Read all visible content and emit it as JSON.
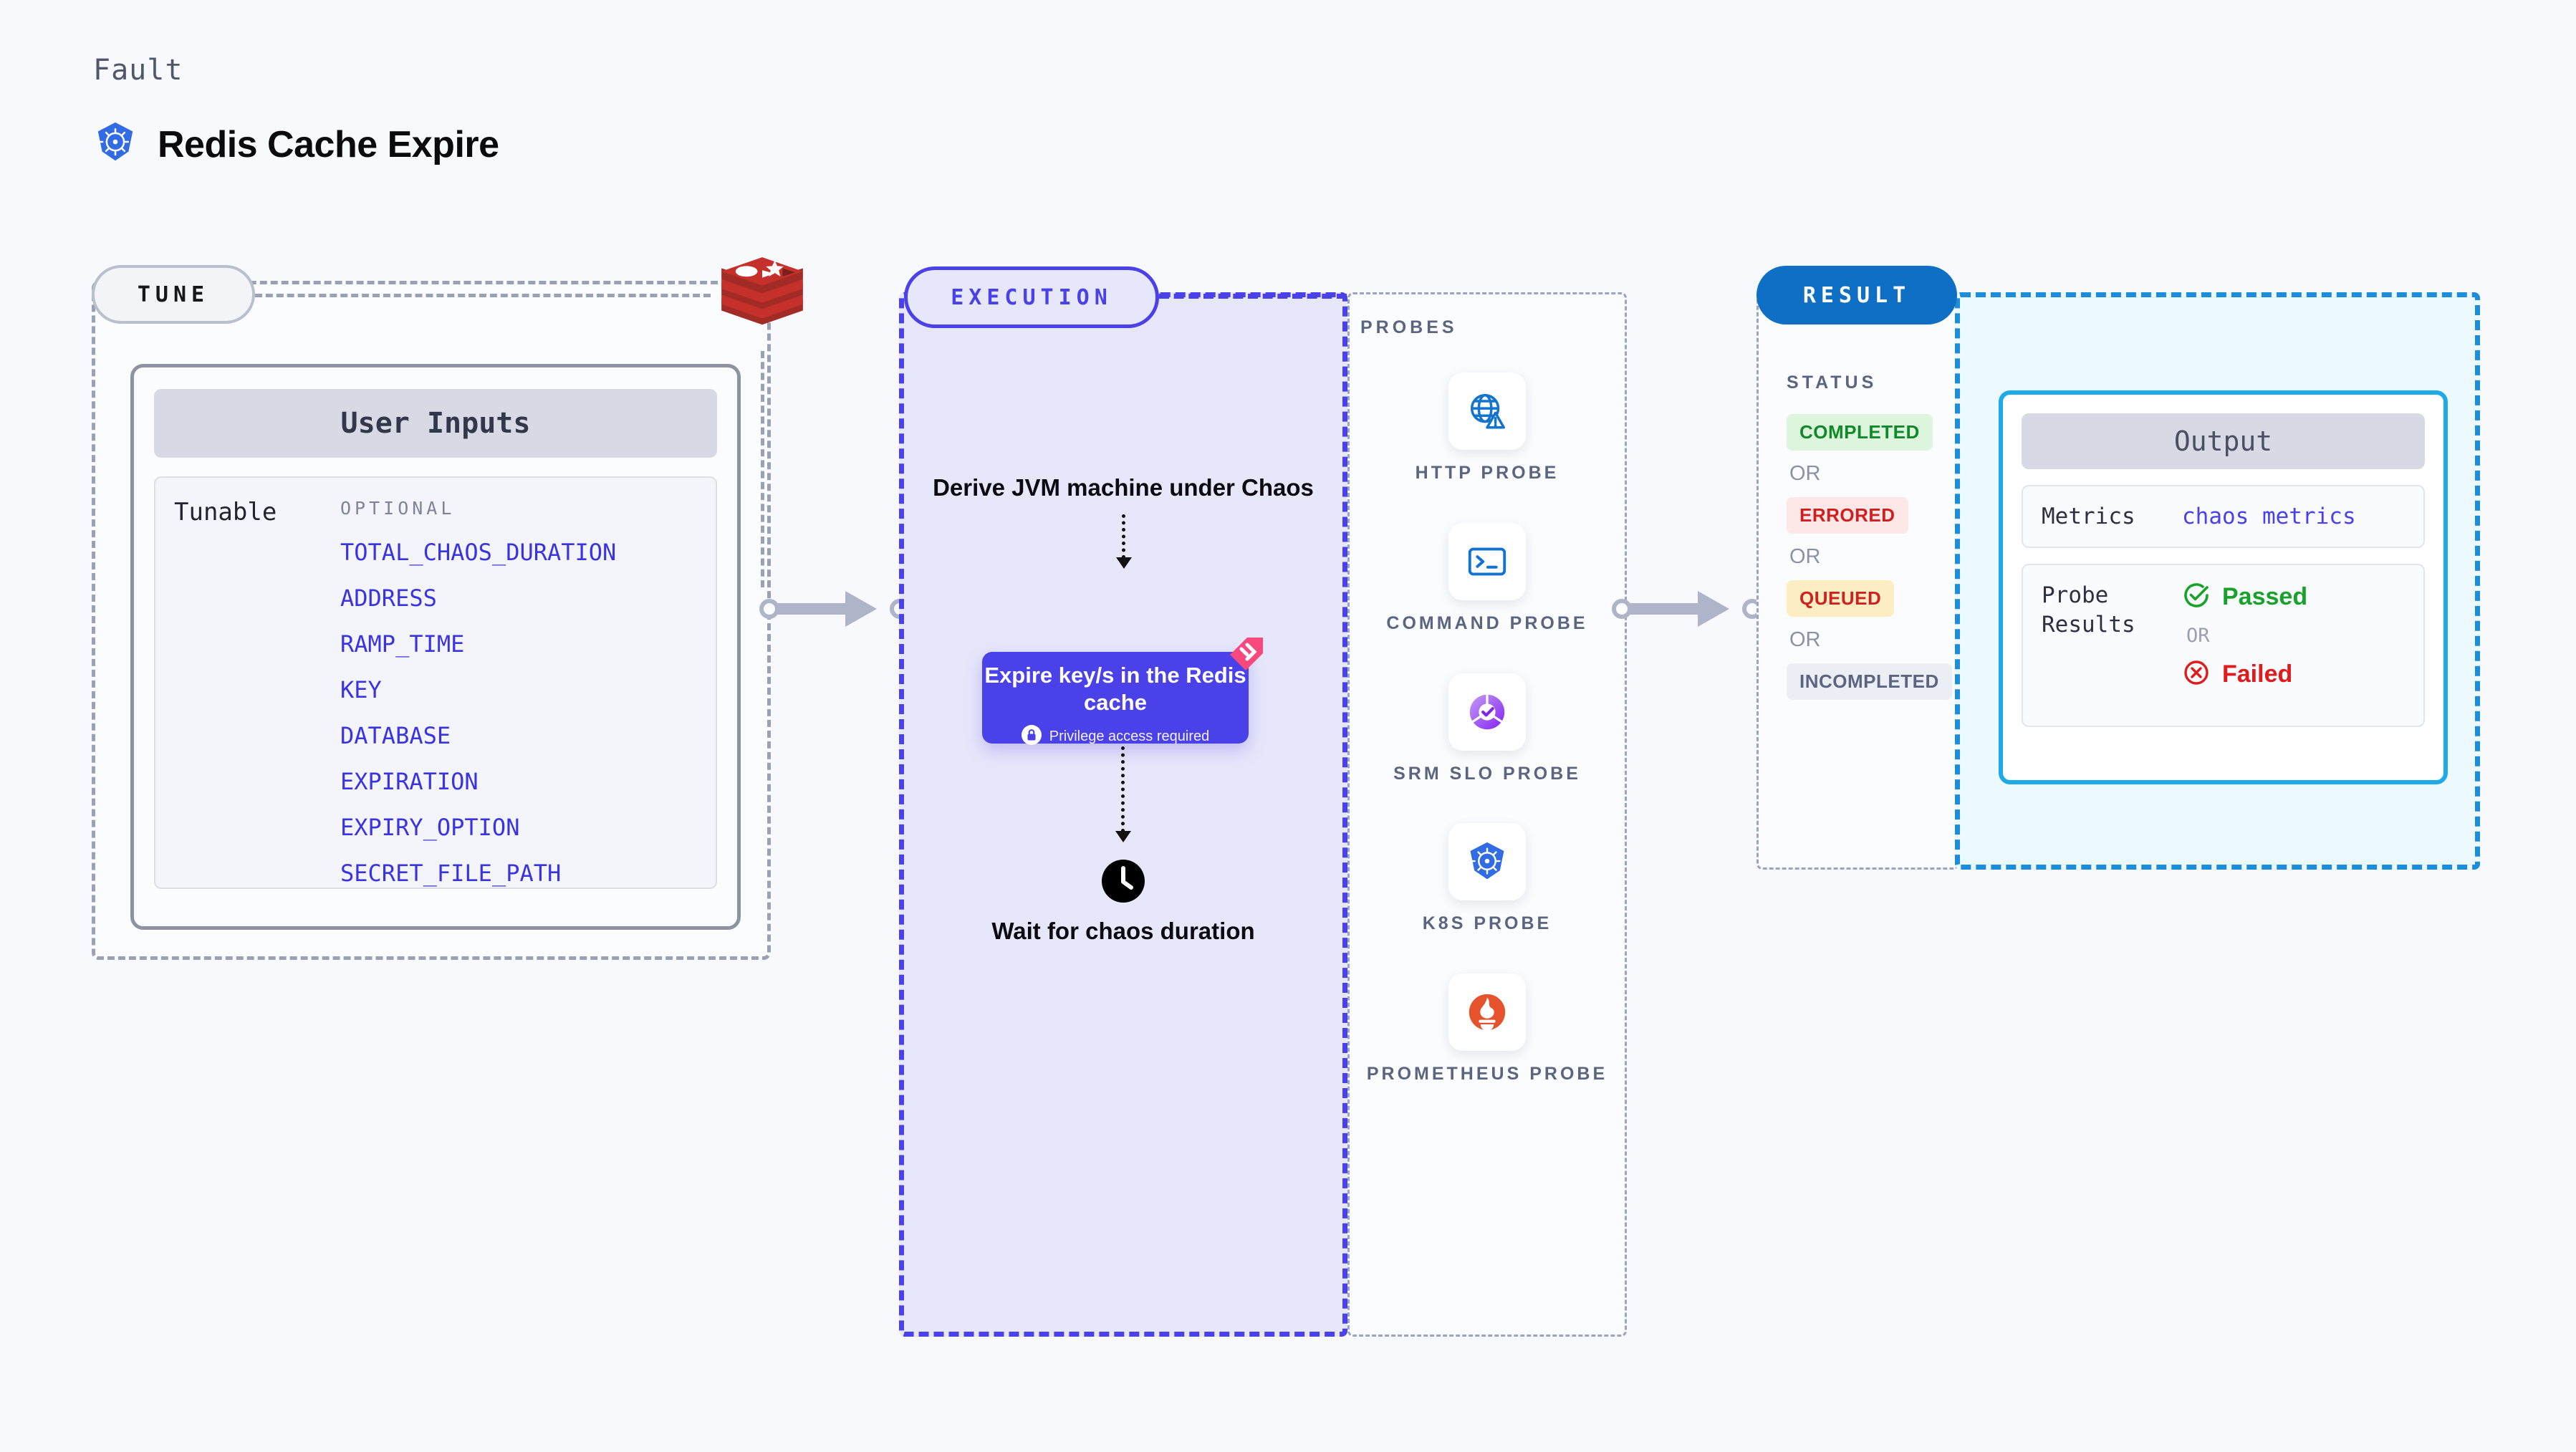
{
  "header": {
    "kicker": "Fault",
    "title": "Redis Cache Expire",
    "icon": "kubernetes-icon"
  },
  "tune": {
    "pill_label": "TUNE",
    "card_title": "User Inputs",
    "tunable_label": "Tunable",
    "optional_label": "OPTIONAL",
    "source_icon": "redis-icon",
    "params": [
      "TOTAL_CHAOS_DURATION",
      "ADDRESS",
      "RAMP_TIME",
      "KEY",
      "DATABASE",
      "EXPIRATION",
      "EXPIRY_OPTION",
      "SECRET_FILE_PATH"
    ]
  },
  "execution": {
    "pill_label": "EXECUTION",
    "step_one": "Derive JVM machine under Chaos",
    "action_card": {
      "title": "Expire key/s in the Redis cache",
      "note": "Privilege access required",
      "note_icon": "lock-icon",
      "badge_icon": "harness-ribbon-icon"
    },
    "wait_label": "Wait for chaos duration",
    "wait_icon": "clock-icon"
  },
  "probes": {
    "label": "PROBES",
    "items": [
      {
        "label": "HTTP PROBE",
        "icon": "globe-warning-icon"
      },
      {
        "label": "COMMAND PROBE",
        "icon": "terminal-icon"
      },
      {
        "label": "SRM SLO PROBE",
        "icon": "slo-donut-check-icon"
      },
      {
        "label": "K8S PROBE",
        "icon": "kubernetes-icon"
      },
      {
        "label": "PROMETHEUS PROBE",
        "icon": "prometheus-icon"
      }
    ]
  },
  "result": {
    "pill_label": "RESULT",
    "status_label": "STATUS",
    "or_label": "OR",
    "statuses": [
      {
        "label": "COMPLETED",
        "bg": "#dcf5dc",
        "fg": "#11892a"
      },
      {
        "label": "ERRORED",
        "bg": "#fde7e7",
        "fg": "#cf2020"
      },
      {
        "label": "QUEUED",
        "bg": "#fdedc3",
        "fg": "#cc2222"
      },
      {
        "label": "INCOMPLETED",
        "bg": "#eceef5",
        "fg": "#5c6580"
      }
    ],
    "output": {
      "title": "Output",
      "metrics_key": "Metrics",
      "metrics_value": "chaos metrics",
      "probe_results_key": "Probe Results",
      "passed_label": "Passed",
      "failed_label": "Failed",
      "or_label": "OR",
      "passed_icon": "check-circle-icon",
      "failed_icon": "x-circle-icon"
    }
  },
  "colors": {
    "accent_purple": "#4b41e8",
    "accent_blue": "#0f6fc4",
    "accent_cyan": "#1eaae8",
    "param_link": "#3a34e0",
    "pass_green": "#19a22a",
    "fail_red": "#e01b1b",
    "background": "#f7f9fc"
  }
}
